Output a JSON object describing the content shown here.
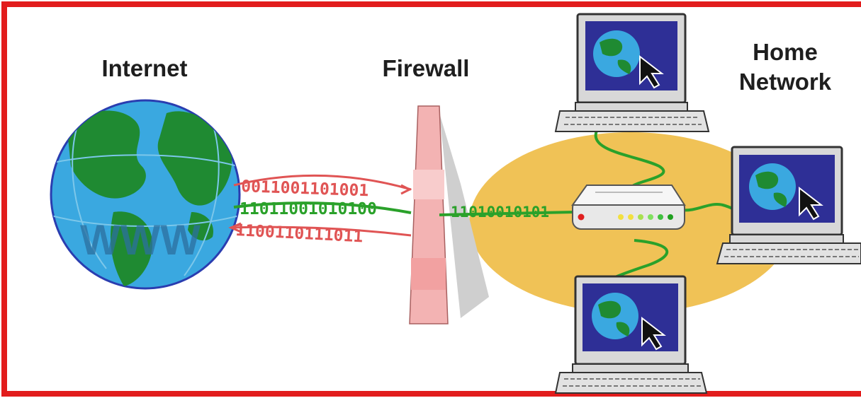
{
  "labels": {
    "internet": "Internet",
    "firewall": "Firewall",
    "home_line1": "Home",
    "home_line2": "Network",
    "globe_www": "WWW"
  },
  "streams": {
    "outgoing_top": "0011001101001",
    "incoming_mid": "11011001010100",
    "incoming_low": "1100110111011",
    "inside": "11010010101"
  },
  "colors": {
    "border": "#e21c1c",
    "ocean": "#3aa8e0",
    "land": "#1f8a32",
    "stream_red": "#e05454",
    "stream_green": "#2aa12a",
    "firewall_pink": "#f3b3b3",
    "network_blob": "#f0c256",
    "screen_blue": "#2e2f96"
  },
  "icons": [
    "globe-icon",
    "firewall-icon",
    "router-icon",
    "computer-icon",
    "mouse-pointer-icon"
  ]
}
